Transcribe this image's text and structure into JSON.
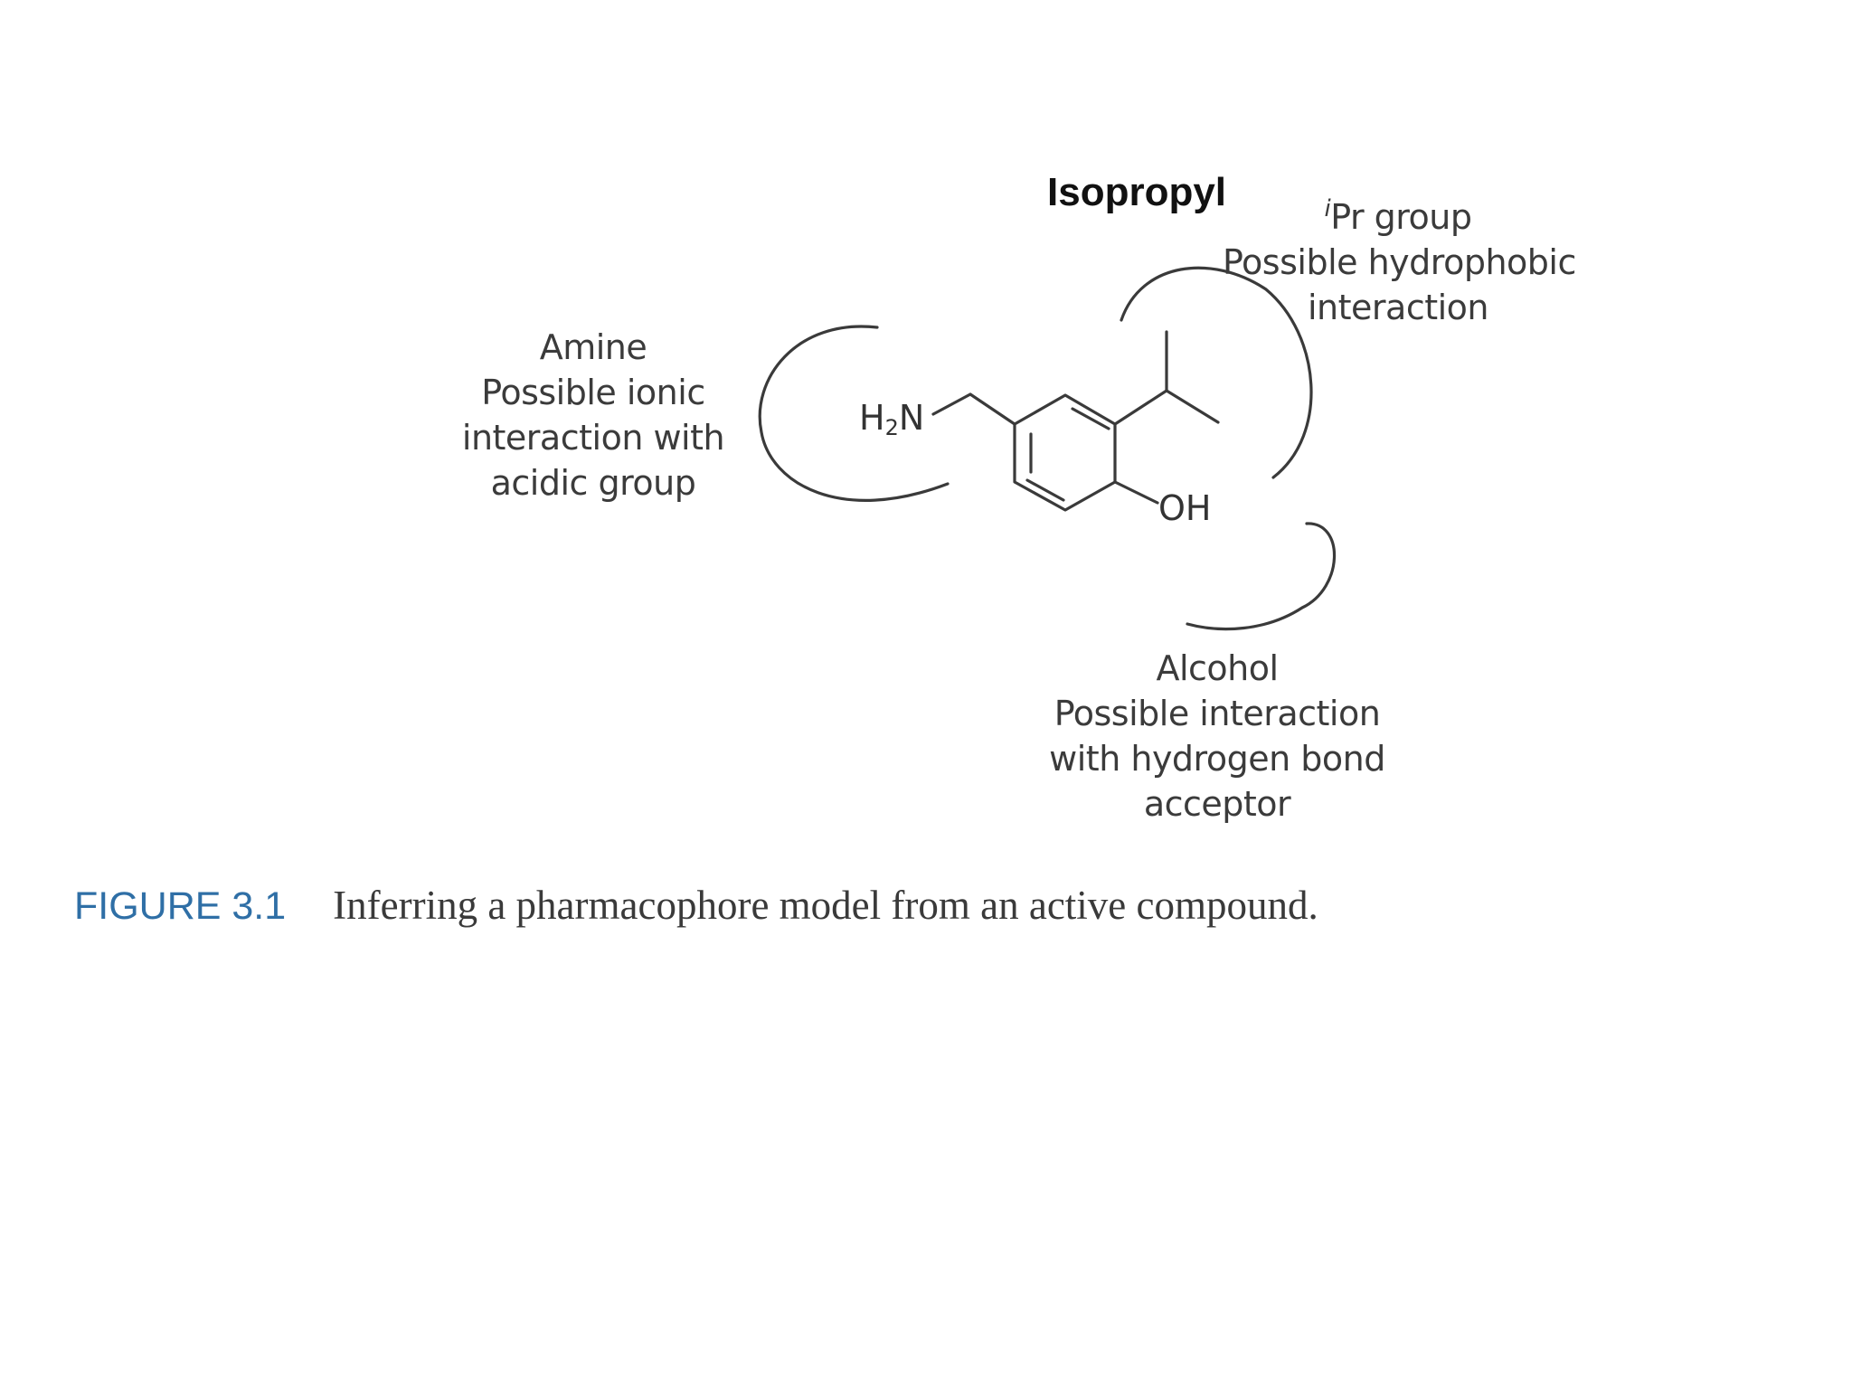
{
  "annotation": {
    "title": "Isopropyl"
  },
  "groups": {
    "isopropyl": {
      "prefix": "i",
      "lines": [
        "Pr group",
        "Possible hydrophobic",
        "interaction"
      ]
    },
    "amine": {
      "lines": [
        "Amine",
        "Possible ionic",
        "interaction with",
        "acidic group"
      ]
    },
    "alcohol": {
      "lines": [
        "Alcohol",
        "Possible interaction",
        "with hydrogen bond",
        "acceptor"
      ]
    }
  },
  "atoms": {
    "amine_h": "H",
    "amine_sub": "2",
    "amine_n": "N",
    "hydroxyl": "OH"
  },
  "caption": {
    "figure_number": "FIGURE 3.1",
    "text": "Inferring a pharmacophore model from an active compound."
  },
  "colors": {
    "figure_number": "#2f6fa6",
    "text": "#3a3a3a",
    "annotation": "#111111"
  }
}
